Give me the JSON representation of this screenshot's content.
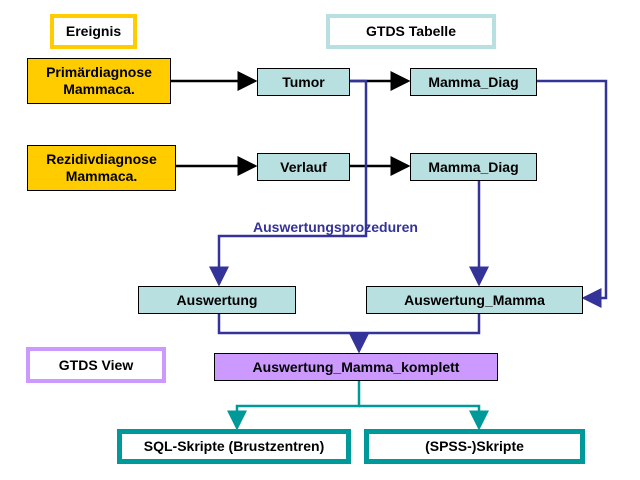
{
  "legend": {
    "event": "Ereignis",
    "table": "GTDS Tabelle",
    "view": "GTDS View"
  },
  "events": {
    "primary": "Primärdiagnose Mammaca.",
    "relapse": "Rezidivdiagnose Mammaca."
  },
  "tables": {
    "tumor": "Tumor",
    "mamma_diag_1": "Mamma_Diag",
    "verlauf": "Verlauf",
    "mamma_diag_2": "Mamma_Diag",
    "auswertung": "Auswertung",
    "auswertung_mamma": "Auswertung_Mamma"
  },
  "view": {
    "komplett": "Auswertung_Mamma_komplett"
  },
  "procedures_label": "Auswertungsprozeduren",
  "scripts": {
    "sql": "SQL-Skripte (Brustzentren)",
    "spss": "(SPSS-)Skripte"
  },
  "colors": {
    "event": "#FFCC00",
    "table": "#B8E0E0",
    "view": "#CC99FF",
    "procedure_line": "#333399",
    "script": "#009999"
  }
}
